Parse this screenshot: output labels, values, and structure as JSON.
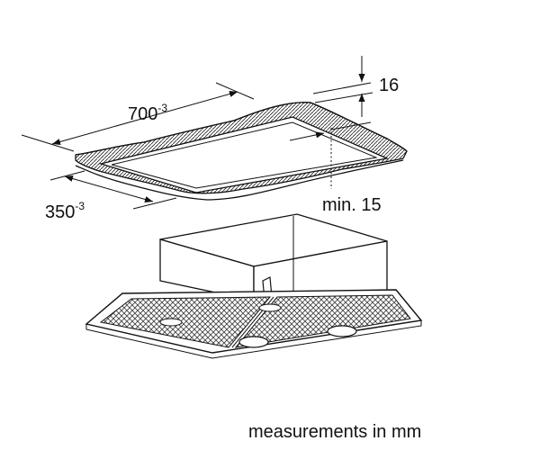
{
  "dimensions": {
    "width": {
      "value": "700",
      "tolerance": "-3"
    },
    "depth": {
      "value": "350",
      "tolerance": "-3"
    },
    "panel_thickness": "16",
    "min_clearance": "min. 15"
  },
  "caption": "measurements in mm",
  "colors": {
    "line": "#111111",
    "filter_mesh": "#444444",
    "background": "#ffffff"
  },
  "icons": [
    "dimension-arrow",
    "filter-mesh",
    "lock-tab"
  ]
}
